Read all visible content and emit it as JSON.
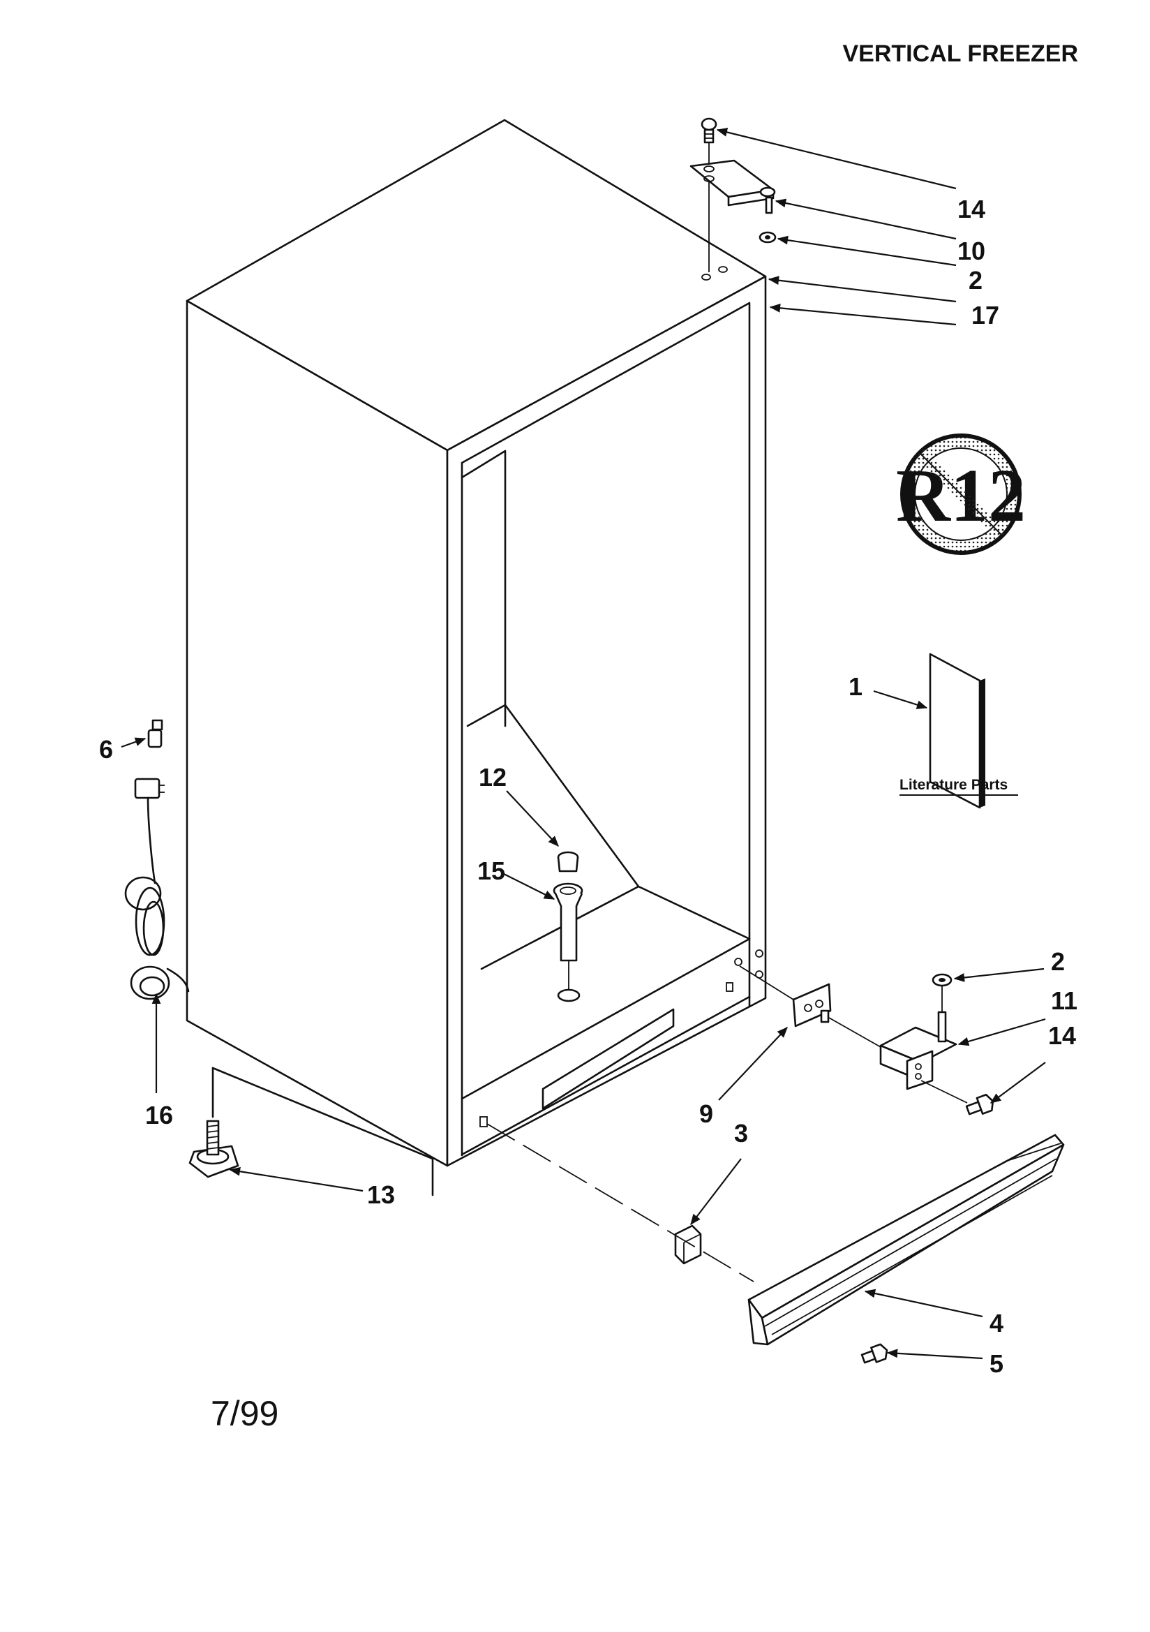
{
  "page": {
    "title": "VERTICAL FREEZER",
    "date": "7/99"
  },
  "literature": {
    "label": "Literature Parts"
  },
  "logo": {
    "text": "R12"
  },
  "callouts": [
    {
      "id": "c14a",
      "label": "14"
    },
    {
      "id": "c10",
      "label": "10"
    },
    {
      "id": "c2a",
      "label": "2"
    },
    {
      "id": "c17",
      "label": "17"
    },
    {
      "id": "c1",
      "label": "1"
    },
    {
      "id": "c6",
      "label": "6"
    },
    {
      "id": "c12",
      "label": "12"
    },
    {
      "id": "c15",
      "label": "15"
    },
    {
      "id": "c16",
      "label": "16"
    },
    {
      "id": "c2b",
      "label": "2"
    },
    {
      "id": "c11",
      "label": "11"
    },
    {
      "id": "c14b",
      "label": "14"
    },
    {
      "id": "c9",
      "label": "9"
    },
    {
      "id": "c3",
      "label": "3"
    },
    {
      "id": "c13",
      "label": "13"
    },
    {
      "id": "c4",
      "label": "4"
    },
    {
      "id": "c5",
      "label": "5"
    }
  ]
}
